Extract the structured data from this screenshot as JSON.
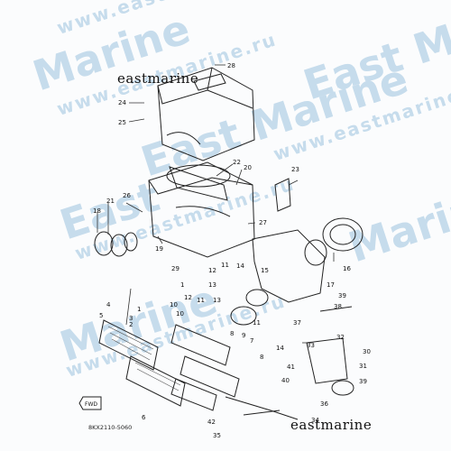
{
  "watermarks": [
    {
      "text": "www.eastmarine.ru"
    },
    {
      "text": "Marine"
    },
    {
      "text": "East M"
    },
    {
      "text": "www.eastmarine.ru"
    },
    {
      "text": "East Marine"
    },
    {
      "text": "www.eastmarine.ru"
    },
    {
      "text": "East"
    },
    {
      "text": "www.eastmarine.ru"
    },
    {
      "text": "Marine"
    },
    {
      "text": "Marine"
    },
    {
      "text": "www.eastmarine.ru"
    }
  ],
  "brand_top": "eastmarine",
  "brand_bottom": "eastmarine",
  "diagram_code": "8KX2110-5060",
  "front_icon": "FWD",
  "callouts": [
    {
      "n": "28"
    },
    {
      "n": "24"
    },
    {
      "n": "25"
    },
    {
      "n": "22"
    },
    {
      "n": "20"
    },
    {
      "n": "23"
    },
    {
      "n": "26"
    },
    {
      "n": "21"
    },
    {
      "n": "27"
    },
    {
      "n": "18"
    },
    {
      "n": "19"
    },
    {
      "n": "16"
    },
    {
      "n": "29"
    },
    {
      "n": "12"
    },
    {
      "n": "11"
    },
    {
      "n": "14"
    },
    {
      "n": "15"
    },
    {
      "n": "17"
    },
    {
      "n": "13"
    },
    {
      "n": "10"
    },
    {
      "n": "12"
    },
    {
      "n": "11"
    },
    {
      "n": "13"
    },
    {
      "n": "39"
    },
    {
      "n": "38"
    },
    {
      "n": "37"
    },
    {
      "n": "32"
    },
    {
      "n": "33"
    },
    {
      "n": "4"
    },
    {
      "n": "3"
    },
    {
      "n": "1"
    },
    {
      "n": "5"
    },
    {
      "n": "2"
    },
    {
      "n": "8"
    },
    {
      "n": "9"
    },
    {
      "n": "7"
    },
    {
      "n": "14"
    },
    {
      "n": "30"
    },
    {
      "n": "31"
    },
    {
      "n": "41"
    },
    {
      "n": "40"
    },
    {
      "n": "39"
    },
    {
      "n": "6"
    },
    {
      "n": "36"
    },
    {
      "n": "42"
    },
    {
      "n": "35"
    },
    {
      "n": "34"
    },
    {
      "n": "1"
    },
    {
      "n": "10"
    },
    {
      "n": "11"
    },
    {
      "n": "8"
    }
  ]
}
